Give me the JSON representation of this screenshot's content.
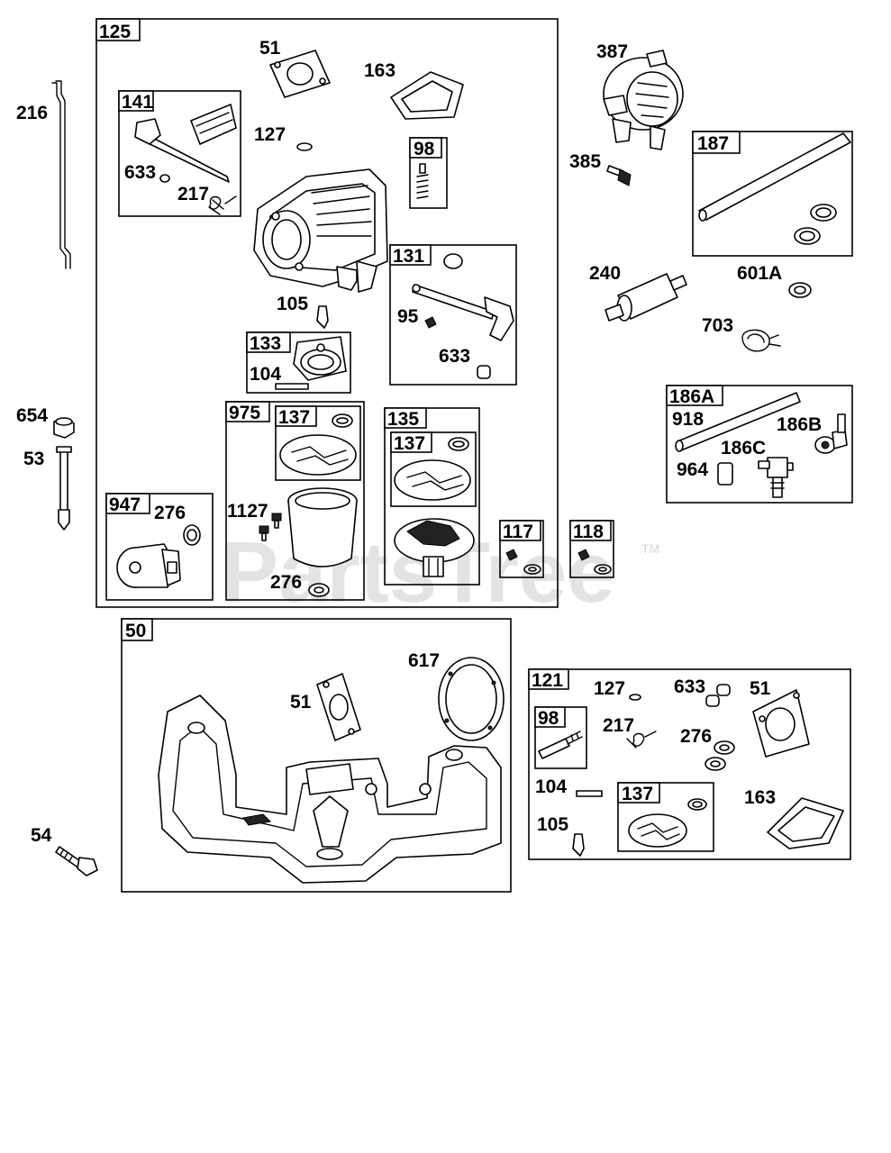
{
  "watermark": {
    "text": "PartsTree",
    "tm": "TM"
  },
  "labels": {
    "l216": "216",
    "l654": "654",
    "l53": "53",
    "l54": "54",
    "l51a": "51",
    "l163a": "163",
    "l127a": "127",
    "l633a": "633",
    "l217a": "217",
    "l105a": "105",
    "l104a": "104",
    "l95": "95",
    "l633b": "633",
    "l1127": "1127",
    "l276a": "276",
    "l276b": "276",
    "l387": "387",
    "l385": "385",
    "l240": "240",
    "l601A": "601A",
    "l703": "703",
    "l918": "918",
    "l186B": "186B",
    "l186C": "186C",
    "l964": "964",
    "l617": "617",
    "l51b": "51",
    "l127b": "127",
    "l633c": "633",
    "l51c": "51",
    "l217b": "217",
    "l276c": "276",
    "l104b": "104",
    "l163b": "163",
    "l105b": "105"
  },
  "boxes": {
    "b125": "125",
    "b141": "141",
    "b98a": "98",
    "b131": "131",
    "b133": "133",
    "b975": "975",
    "b137a": "137",
    "b135": "135",
    "b137b": "137",
    "b947": "947",
    "b117": "117",
    "b118": "118",
    "b187": "187",
    "b186A": "186A",
    "b50": "50",
    "b121": "121",
    "b98b": "98",
    "b137c": "137"
  }
}
